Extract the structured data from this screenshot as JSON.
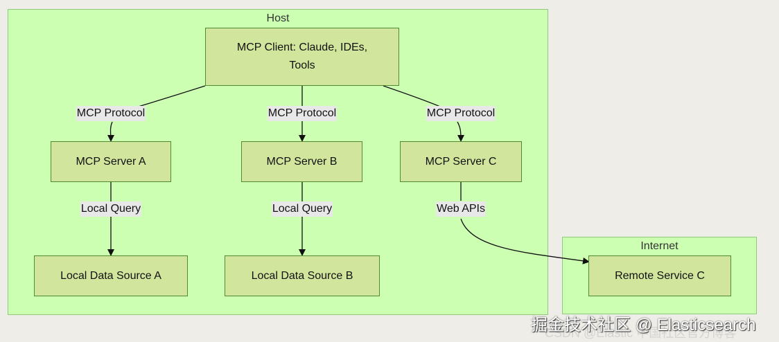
{
  "clusters": {
    "host": {
      "title": "Host"
    },
    "internet": {
      "title": "Internet"
    }
  },
  "nodes": {
    "client": {
      "label": "MCP Client: Claude, IDEs, Tools",
      "line1": "MCP Client: Claude, IDEs,",
      "line2": "Tools"
    },
    "server_a": {
      "label": "MCP Server A"
    },
    "server_b": {
      "label": "MCP Server B"
    },
    "server_c": {
      "label": "MCP Server C"
    },
    "source_a": {
      "label": "Local Data Source A"
    },
    "source_b": {
      "label": "Local Data Source B"
    },
    "remote_c": {
      "label": "Remote Service C"
    }
  },
  "edges": [
    {
      "from": "client",
      "to": "server_a",
      "label": "MCP Protocol"
    },
    {
      "from": "client",
      "to": "server_b",
      "label": "MCP Protocol"
    },
    {
      "from": "client",
      "to": "server_c",
      "label": "MCP Protocol"
    },
    {
      "from": "server_a",
      "to": "source_a",
      "label": "Local Query"
    },
    {
      "from": "server_b",
      "to": "source_b",
      "label": "Local Query"
    },
    {
      "from": "server_c",
      "to": "remote_c",
      "label": "Web APIs"
    }
  ],
  "watermark": {
    "primary": "掘金技术社区 @ Elasticsearch",
    "secondary": "CSDN @Elastic 中国社区官方博客"
  },
  "colors": {
    "cluster_fill": "#ccffb2",
    "node_fill": "#d1e59c",
    "node_border": "#4f8a2e",
    "edge_label_bg": "#e8e8e8"
  }
}
